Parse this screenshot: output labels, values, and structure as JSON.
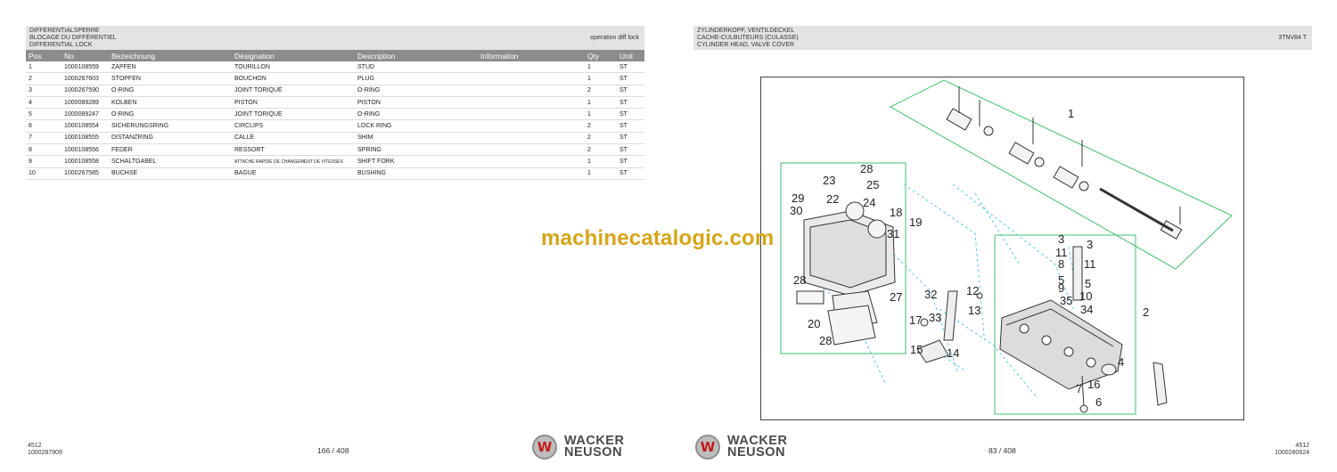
{
  "left_page": {
    "header": {
      "lines": [
        "DIFFERENTIALSPERRE",
        "BLOCAGE DU DIFFÉRENTIEL",
        "DIFFERENTIAL LOCK"
      ],
      "tag": "operation diff lock"
    },
    "table": {
      "columns": [
        "Pos",
        "No",
        "Bezeichnung",
        "Désignation",
        "Description",
        "Information",
        "Qty",
        "Unit"
      ],
      "rows": [
        {
          "pos": "1",
          "no": "1000108559",
          "bez": "ZAPFEN",
          "des": "TOURILLON",
          "desc": "STUD",
          "info": "",
          "qty": "1",
          "unit": "ST"
        },
        {
          "pos": "2",
          "no": "1000267603",
          "bez": "STOPFEN",
          "des": "BOUCHON",
          "desc": "PLUG",
          "info": "",
          "qty": "1",
          "unit": "ST"
        },
        {
          "pos": "3",
          "no": "1000267590",
          "bez": "O-RING",
          "des": "JOINT TORIQUE",
          "desc": "O-RING",
          "info": "",
          "qty": "2",
          "unit": "ST"
        },
        {
          "pos": "4",
          "no": "1000089289",
          "bez": "KOLBEN",
          "des": "PISTON",
          "desc": "PISTON",
          "info": "",
          "qty": "1",
          "unit": "ST"
        },
        {
          "pos": "5",
          "no": "1000089247",
          "bez": "O-RING",
          "des": "JOINT TORIQUE",
          "desc": "O-RING",
          "info": "",
          "qty": "1",
          "unit": "ST"
        },
        {
          "pos": "6",
          "no": "1000108554",
          "bez": "SICHERUNGSRING",
          "des": "CIRCLIPS",
          "desc": "LOCK RING",
          "info": "",
          "qty": "2",
          "unit": "ST"
        },
        {
          "pos": "7",
          "no": "1000108555",
          "bez": "DISTANZRING",
          "des": "CALLE",
          "desc": "SHIM",
          "info": "",
          "qty": "2",
          "unit": "ST"
        },
        {
          "pos": "8",
          "no": "1000108556",
          "bez": "FEDER",
          "des": "RESSORT",
          "desc": "SPRING",
          "info": "",
          "qty": "2",
          "unit": "ST"
        },
        {
          "pos": "9",
          "no": "1000108558",
          "bez": "SCHALTGABEL",
          "des": "ATTACHE RAPIDE DE CHANGEMENT DE VITESSES",
          "desc": "SHIFT FORK",
          "info": "",
          "qty": "1",
          "unit": "ST"
        },
        {
          "pos": "10",
          "no": "1000267585",
          "bez": "BUCHSE",
          "des": "BAGUE",
          "desc": "BUSHING",
          "info": "",
          "qty": "1",
          "unit": "ST"
        }
      ]
    },
    "footer": {
      "code1": "4512",
      "code2": "1000287909",
      "page": "166 / 408"
    },
    "logo": {
      "line1": "WACKER",
      "line2": "NEUSON",
      "glyph": "W"
    }
  },
  "right_page": {
    "header": {
      "lines": [
        "ZYLINDERKOPF, VENTILDECKEL",
        "CACHE-CULBUTEURS (CULASSE)",
        "CYLINDER HEAD, VALVE COVER"
      ],
      "tag": "3TNV84 T"
    },
    "diagram": {
      "callouts": [
        "1",
        "2",
        "3",
        "3",
        "4",
        "5",
        "5",
        "6",
        "7",
        "8",
        "9",
        "10",
        "11",
        "11",
        "12",
        "13",
        "14",
        "15",
        "16",
        "17",
        "18",
        "19",
        "20",
        "22",
        "23",
        "24",
        "25",
        "27",
        "28",
        "28",
        "28",
        "29",
        "30",
        "31",
        "32",
        "33",
        "34",
        "35"
      ]
    },
    "footer": {
      "code1": "4512",
      "code2": "1000280624",
      "page": "83 / 408"
    },
    "logo": {
      "line1": "WACKER",
      "line2": "NEUSON",
      "glyph": "W"
    }
  },
  "watermark": "machinecatalogic.com",
  "colors": {
    "header_bg": "#e3e3e3",
    "table_head_bg": "#8c8c8c",
    "watermark": "#d6a416",
    "logo_red": "#c41a1a",
    "leader_green": "#3fbf6f",
    "leader_cyan": "#5bc8e0"
  }
}
